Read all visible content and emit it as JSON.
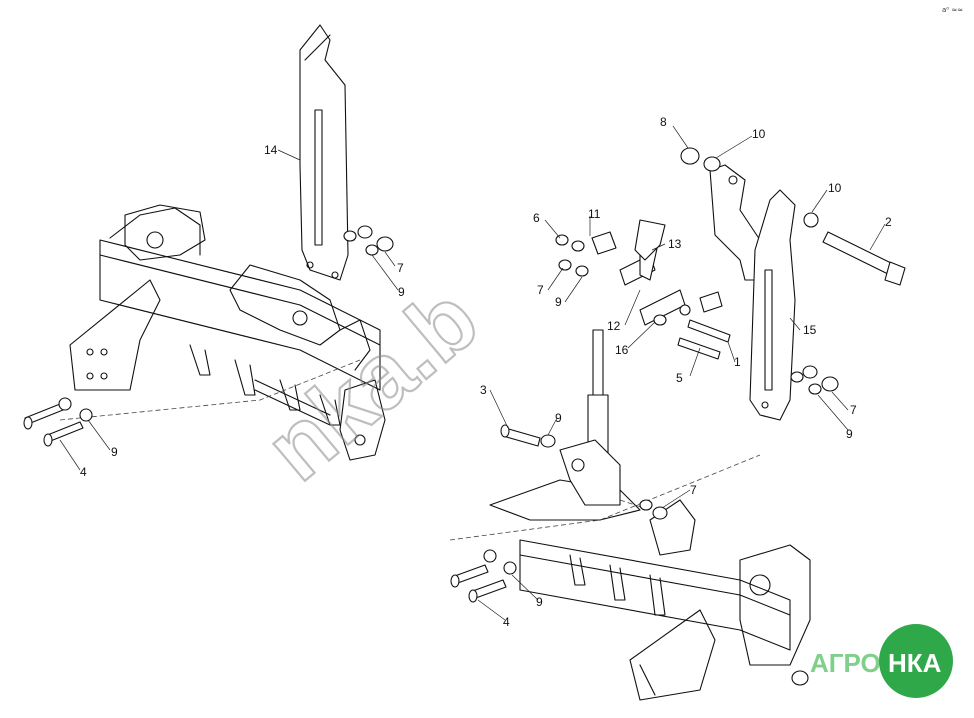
{
  "corner_mark": "a⁰ ≈≈",
  "callouts": [
    "1",
    "2",
    "3",
    "4",
    "5",
    "6",
    "7",
    "8",
    "9",
    "10",
    "11",
    "12",
    "13",
    "14",
    "15",
    "16"
  ],
  "watermark": "nka.b",
  "logo": {
    "left": "АГРО",
    "right": "НКА",
    "bg_color": "#2fa84a",
    "text_color": "#7fd08a"
  }
}
